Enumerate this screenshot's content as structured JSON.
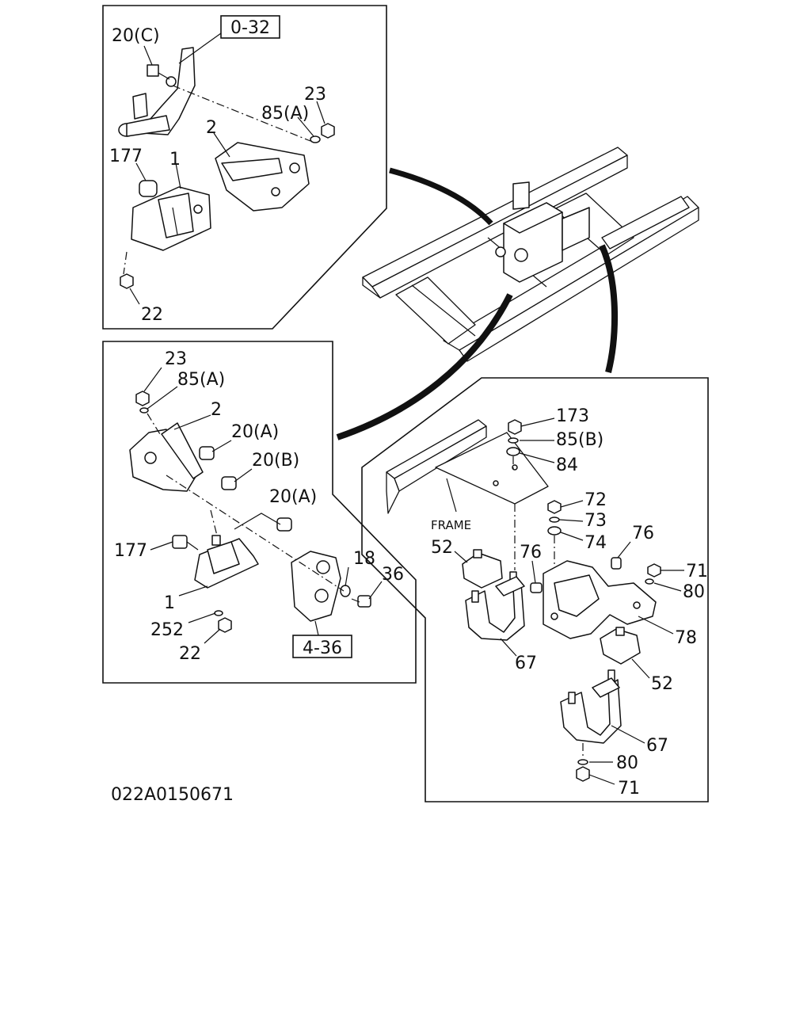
{
  "diagram_code": "022A0150671",
  "ref_boxes": {
    "top": "0-32",
    "middle": "4-36"
  },
  "frame_label": "FRAME",
  "panel_top": {
    "c20c": "20(C)",
    "c23": "23",
    "c85a": "85(A)",
    "c2": "2",
    "c177": "177",
    "c1": "1",
    "c22": "22"
  },
  "panel_mid": {
    "c23": "23",
    "c85a": "85(A)",
    "c2": "2",
    "c20a1": "20(A)",
    "c20b": "20(B)",
    "c20a2": "20(A)",
    "c177": "177",
    "c18": "18",
    "c36": "36",
    "c1": "1",
    "c252": "252",
    "c22": "22"
  },
  "panel_right": {
    "c173": "173",
    "c85b": "85(B)",
    "c84": "84",
    "c72": "72",
    "c73": "73",
    "c74": "74",
    "c76a": "76",
    "c76b": "76",
    "c52a": "52",
    "c71a": "71",
    "c80a": "80",
    "c78": "78",
    "c52b": "52",
    "c67a": "67",
    "c67b": "67",
    "c80b": "80",
    "c71b": "71"
  }
}
